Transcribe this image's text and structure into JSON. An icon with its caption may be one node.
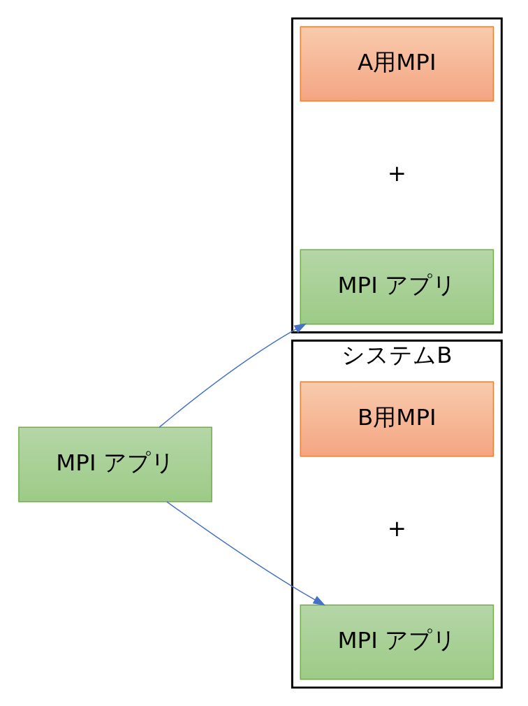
{
  "diagram": {
    "nodes": [
      {
        "text": [],
        "shape": "box"
      },
      {
        "text": [
          "A用MPI"
        ],
        "in": 0
      },
      {
        "text": [
          "MPI アプリ"
        ],
        "in": 0
      },
      {
        "text": [
          "システムB"
        ]
      },
      {
        "text": [
          "B用MPI"
        ],
        "in": 3
      },
      {
        "text": [
          "MPI アプリ"
        ],
        "in": 3
      },
      {
        "text": [
          "MPI アプリ"
        ]
      }
    ],
    "edges": [
      {
        "from": 6,
        "to": 2,
        "arrow": "to"
      },
      {
        "from": 6,
        "to": 5,
        "arrow": "to"
      }
    ],
    "labels": [
      "+",
      "+"
    ]
  }
}
